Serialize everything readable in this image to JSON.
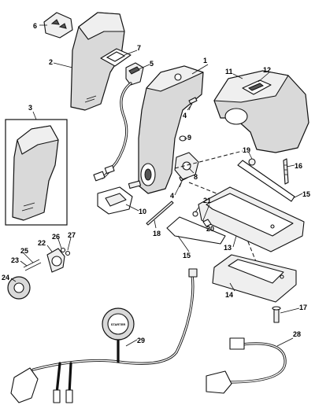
{
  "callouts": [
    {
      "id": "c1",
      "label": "1"
    },
    {
      "id": "c2",
      "label": "2"
    },
    {
      "id": "c3",
      "label": "3"
    },
    {
      "id": "c4a",
      "label": "4"
    },
    {
      "id": "c4b",
      "label": "4"
    },
    {
      "id": "c5",
      "label": "5"
    },
    {
      "id": "c6",
      "label": "6"
    },
    {
      "id": "c7",
      "label": "7"
    },
    {
      "id": "c8",
      "label": "8"
    },
    {
      "id": "c9",
      "label": "9"
    },
    {
      "id": "c10",
      "label": "10"
    },
    {
      "id": "c11",
      "label": "11"
    },
    {
      "id": "c12",
      "label": "12"
    },
    {
      "id": "c13",
      "label": "13"
    },
    {
      "id": "c14",
      "label": "14"
    },
    {
      "id": "c15a",
      "label": "15"
    },
    {
      "id": "c15b",
      "label": "15"
    },
    {
      "id": "c16",
      "label": "16"
    },
    {
      "id": "c17",
      "label": "17"
    },
    {
      "id": "c18",
      "label": "18"
    },
    {
      "id": "c19",
      "label": "19"
    },
    {
      "id": "c20",
      "label": "20"
    },
    {
      "id": "c21",
      "label": "21"
    },
    {
      "id": "c22",
      "label": "22"
    },
    {
      "id": "c23",
      "label": "23"
    },
    {
      "id": "c24",
      "label": "24"
    },
    {
      "id": "c25",
      "label": "25"
    },
    {
      "id": "c26",
      "label": "26"
    },
    {
      "id": "c27",
      "label": "27"
    },
    {
      "id": "c28",
      "label": "28"
    },
    {
      "id": "c29",
      "label": "29"
    }
  ],
  "ignition_switch_text": "STARTER"
}
